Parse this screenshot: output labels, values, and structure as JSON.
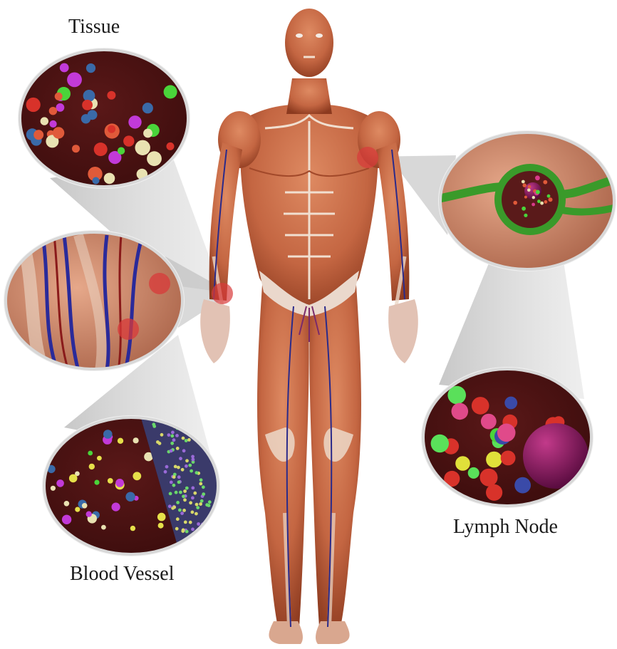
{
  "labels": {
    "tissue": "Tissue",
    "blood_vessel": "Blood Vessel",
    "lymph_node": "Lymph Node"
  },
  "colors": {
    "background": "#ffffff",
    "muscle": "#c96a45",
    "muscle_dark": "#8f3d22",
    "tendon": "#ecd8c8",
    "inset_bg": "#4a1212",
    "vein": "#2a2a8a",
    "lymph_vessel": "#3a9a2a",
    "callout": "#b5b5b5",
    "highlight": "#d83a3a"
  },
  "icons": [
    "muscle-body-figure",
    "tissue-inset",
    "blood-vessel-inset",
    "vessel-cells-inset",
    "lymph-node-inset",
    "lymph-cells-inset"
  ]
}
